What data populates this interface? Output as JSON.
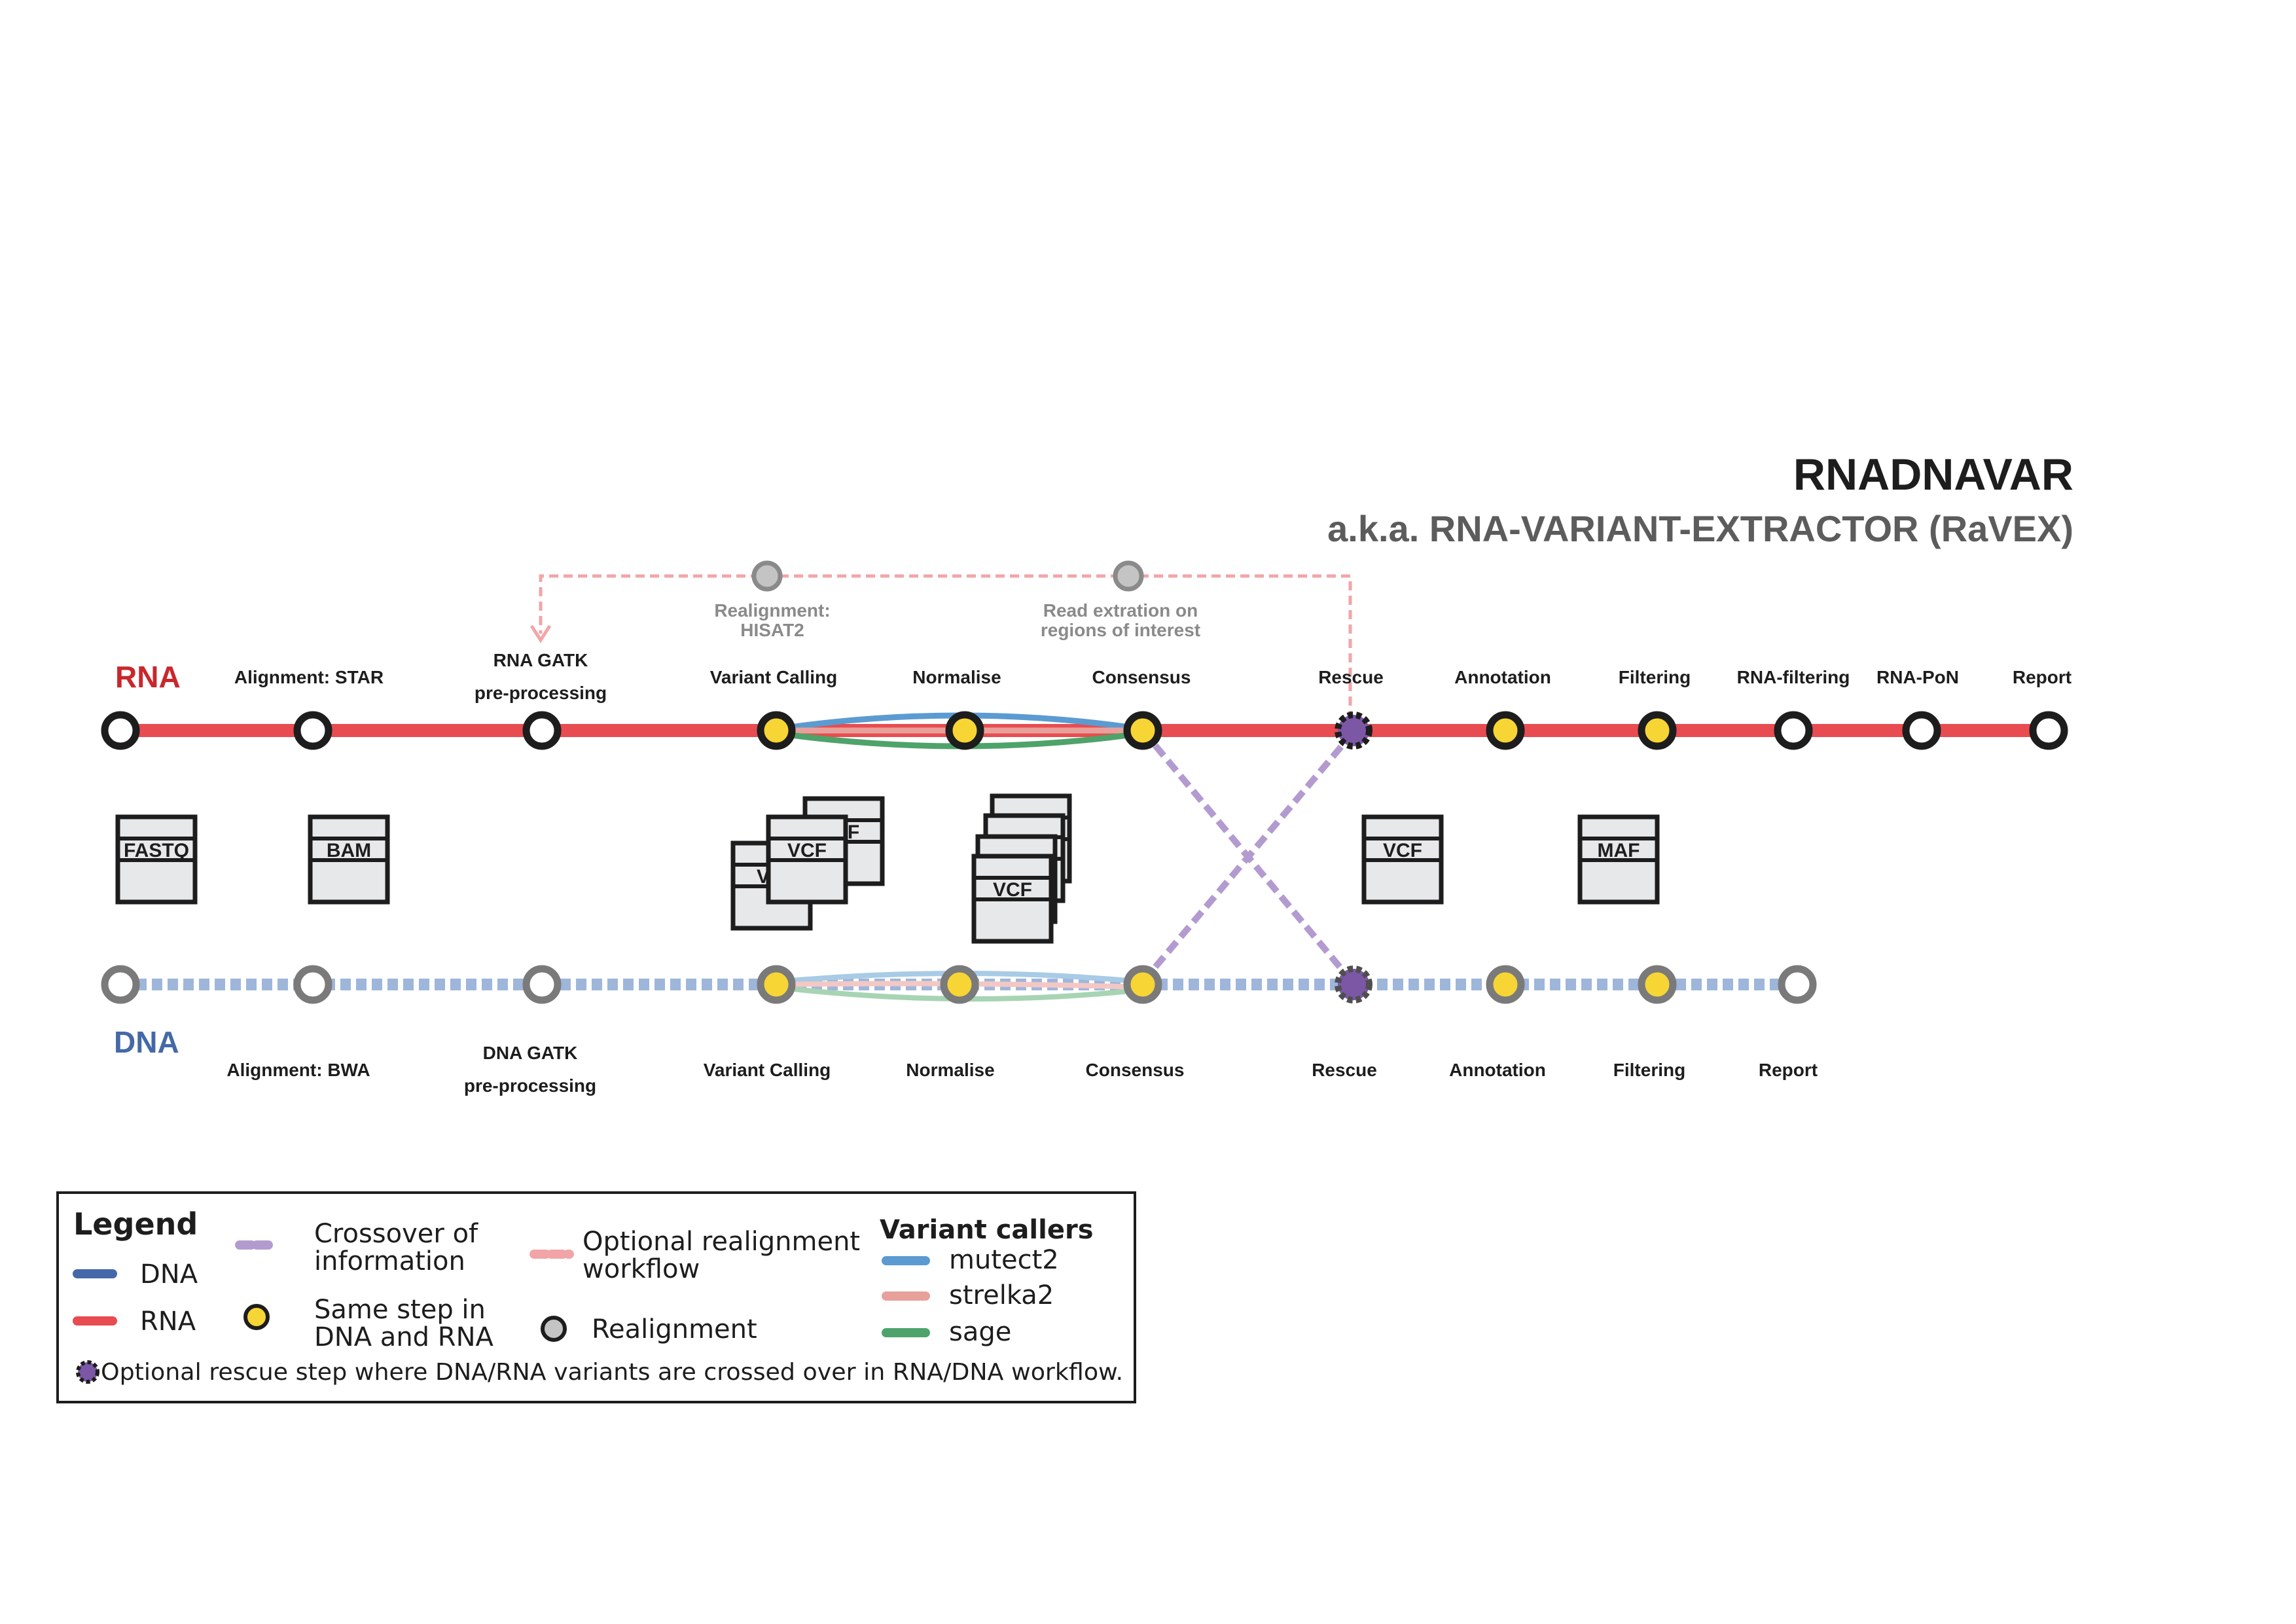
{
  "header": {
    "title": "RNADNAVAR",
    "subtitle": "a.k.a. RNA-VARIANT-EXTRACTOR (RaVEX)"
  },
  "colors": {
    "rna": "#e84c51",
    "dna": "#9fb6db",
    "crossover": "#b39bd0",
    "realign": "#f2a5a8",
    "mutect2": "#5b9bd1",
    "strelka2": "#e8a09a",
    "sage": "#4ea36a",
    "same_step": "#f7d534",
    "rescue": "#7b57a6",
    "realign_node": "#c4c4c4"
  },
  "tracks": {
    "rna_label": "RNA",
    "dna_label": "DNA"
  },
  "rna_steps": [
    {
      "label": "Alignment: STAR"
    },
    {
      "label": "RNA GATK"
    },
    {
      "label": "pre-processing"
    },
    {
      "label": "Variant Calling"
    },
    {
      "label": "Normalise"
    },
    {
      "label": "Consensus"
    },
    {
      "label": "Rescue"
    },
    {
      "label": "Annotation"
    },
    {
      "label": "Filtering"
    },
    {
      "label": "RNA-filtering"
    },
    {
      "label": "RNA-PoN"
    },
    {
      "label": "Report"
    }
  ],
  "dna_steps": [
    {
      "label": "Alignment: BWA"
    },
    {
      "label": "DNA GATK"
    },
    {
      "label": "pre-processing"
    },
    {
      "label": "Variant Calling"
    },
    {
      "label": "Normalise"
    },
    {
      "label": "Consensus"
    },
    {
      "label": "Rescue"
    },
    {
      "label": "Annotation"
    },
    {
      "label": "Filtering"
    },
    {
      "label": "Report"
    }
  ],
  "realignment_steps": [
    {
      "line1": "Realignment:",
      "line2": "HISAT2"
    },
    {
      "line1": "Read extration on",
      "line2": "regions of interest"
    }
  ],
  "files": {
    "fastq": "FASTQ",
    "bam": "BAM",
    "vcf": "VCF",
    "vcf_partial_back": "V",
    "vcf_partial_front": "F",
    "maf": "MAF"
  },
  "legend": {
    "title": "Legend",
    "dna": "DNA",
    "rna": "RNA",
    "crossover_line1": "Crossover of",
    "crossover_line2": "information",
    "same_step_line1": "Same step in",
    "same_step_line2": "DNA and RNA",
    "optional_line1": "Optional realignment",
    "optional_line2": "workflow",
    "realignment": "Realignment",
    "callers_title": "Variant callers",
    "callers": [
      "mutect2",
      "strelka2",
      "sage"
    ],
    "rescue_note": "Optional rescue step where DNA/RNA variants are crossed over in RNA/DNA workflow."
  }
}
